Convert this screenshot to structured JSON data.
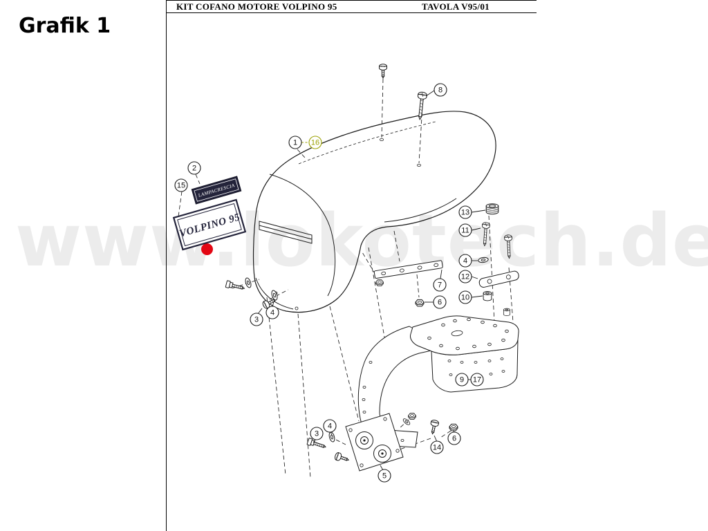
{
  "page": {
    "title": "Grafik 1",
    "watermark": "www.lokotech.de"
  },
  "header": {
    "kit_title": "KIT COFANO MOTORE VOLPINO 95",
    "tavola": "TAVOLA V95/01"
  },
  "badges": {
    "brand": "LAMPACRESCIA",
    "model": "VOLPINO 95"
  },
  "colors": {
    "ink": "#1a1a1a",
    "callout_highlight": "#9aa000",
    "watermark_text": "#ececec",
    "watermark_dot": "#e30613"
  },
  "callouts": [
    {
      "label": "8"
    },
    {
      "label": "1"
    },
    {
      "label": "16"
    },
    {
      "label": "2"
    },
    {
      "label": "15"
    },
    {
      "label": "13"
    },
    {
      "label": "11"
    },
    {
      "label": "4"
    },
    {
      "label": "12"
    },
    {
      "label": "10"
    },
    {
      "label": "7"
    },
    {
      "label": "6"
    },
    {
      "label": "3"
    },
    {
      "label": "4"
    },
    {
      "label": "9"
    },
    {
      "label": "17"
    },
    {
      "label": "3"
    },
    {
      "label": "4"
    },
    {
      "label": "14"
    },
    {
      "label": "6"
    },
    {
      "label": "5"
    }
  ]
}
